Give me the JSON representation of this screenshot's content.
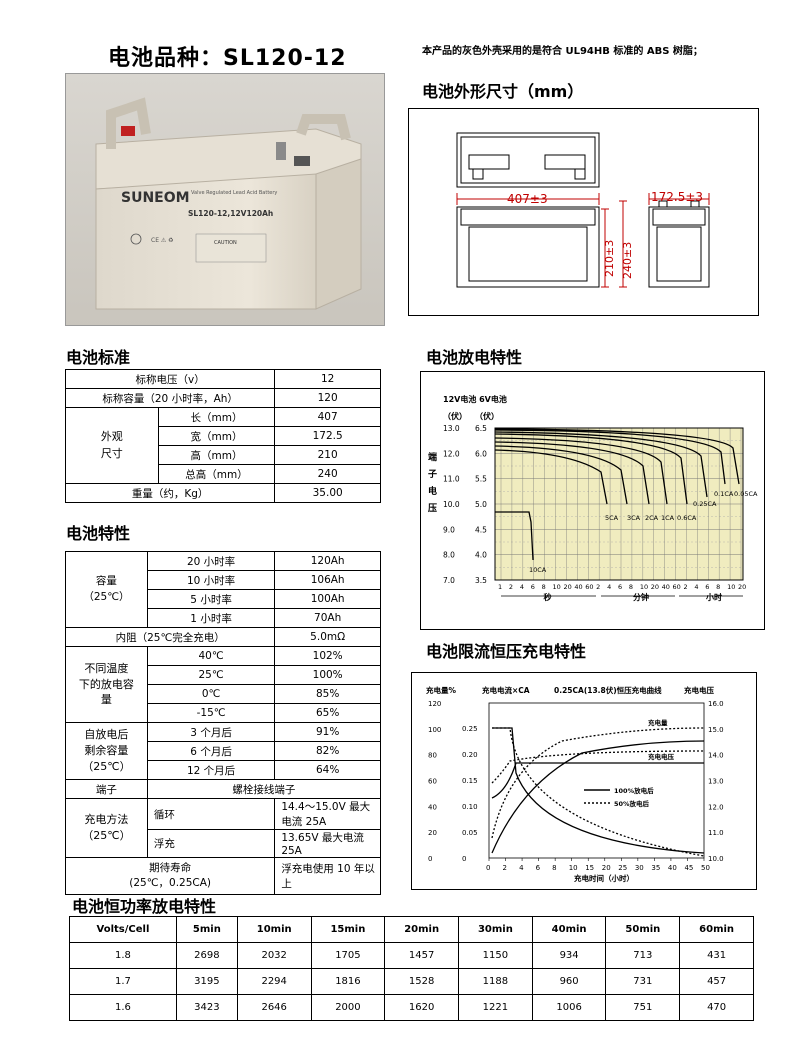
{
  "header": {
    "title": "电池品种：SL120-12",
    "note": "本产品的灰色外壳采用的是符合 UL94HB 标准的 ABS 树脂；"
  },
  "photo": {
    "brand": "SUNEOM",
    "model_line": "SL120-12,12V120Ah",
    "sub_line": "Valve Regulated Lead Acid Battery",
    "caution": "CAUTION"
  },
  "dimensions": {
    "heading": "电池外形尺寸（mm）",
    "length": "407±3",
    "width": "172.5±3",
    "height": "210±3",
    "total_height": "240±3"
  },
  "standard": {
    "heading": "电池标准",
    "rows": [
      {
        "label": "标称电压（v）",
        "value": "12"
      },
      {
        "label": "标称容量（20 小时率，Ah）",
        "value": "120"
      }
    ],
    "group_label": "外观\n尺寸",
    "dims": [
      {
        "label": "长（mm）",
        "value": "407"
      },
      {
        "label": "宽（mm）",
        "value": "172.5"
      },
      {
        "label": "高（mm）",
        "value": "210"
      },
      {
        "label": "总高（mm）",
        "value": "240"
      }
    ],
    "weight": {
      "label": "重量（约，Kg）",
      "value": "35.00"
    }
  },
  "characteristics": {
    "heading": "电池特性",
    "capacity_label": "容量\n（25℃）",
    "capacity": [
      {
        "label": "20 小时率",
        "value": "120Ah"
      },
      {
        "label": "10 小时率",
        "value": "106Ah"
      },
      {
        "label": "5 小时率",
        "value": "100Ah"
      },
      {
        "label": "1 小时率",
        "value": "70Ah"
      }
    ],
    "resistance": {
      "label": "内阻（25℃完全充电）",
      "value": "5.0mΩ"
    },
    "temp_label": "不同温度\n下的放电容\n量",
    "temp": [
      {
        "label": "40℃",
        "value": "102%"
      },
      {
        "label": "25℃",
        "value": "100%"
      },
      {
        "label": "0℃",
        "value": "85%"
      },
      {
        "label": "-15℃",
        "value": "65%"
      }
    ],
    "self_label": "自放电后\n剩余容量\n（25℃）",
    "self": [
      {
        "label": "3 个月后",
        "value": "91%"
      },
      {
        "label": "6 个月后",
        "value": "82%"
      },
      {
        "label": "12 个月后",
        "value": "64%"
      }
    ],
    "terminal": {
      "label": "端子",
      "value": "螺栓接线端子"
    },
    "charge_label": "充电方法\n（25℃）",
    "charge": [
      {
        "label": "循环",
        "value": "14.4～15.0V 最大电流 25A"
      },
      {
        "label": "浮充",
        "value": "13.65V 最大电流 25A"
      }
    ],
    "life": {
      "label": "期待寿命\n(25℃，0.25CA)",
      "value": "浮充电使用 10 年以上"
    }
  },
  "discharge_chart": {
    "heading": "电池放电特性",
    "legend": "12V电池 6V电池",
    "left_unit": "（伏）",
    "right_unit": "（伏）",
    "yaxis_title": [
      "端",
      "子",
      "电",
      "压"
    ],
    "left_ticks": [
      "13.0",
      "12.0",
      "11.0",
      "10.0",
      "9.0",
      "8.0",
      "7.0"
    ],
    "right_ticks": [
      "6.5",
      "6.0",
      "5.5",
      "5.0",
      "4.5",
      "4.0",
      "3.5"
    ],
    "x_ticks": [
      "1",
      "2",
      "4",
      "6",
      "8",
      "10",
      "20",
      "40",
      "60",
      "2",
      "4",
      "6",
      "8",
      "10",
      "20",
      "40",
      "60",
      "2",
      "4",
      "6",
      "8",
      "10",
      "20"
    ],
    "x_groups": [
      "秒",
      "分钟",
      "小时"
    ],
    "curve_labels": [
      "10CA",
      "5CA",
      "3CA",
      "2CA",
      "1CA",
      "0.6CA",
      "0.25CA",
      "0.1CA",
      "0.05CA"
    ]
  },
  "charge_chart": {
    "heading": "电池限流恒压充电特性",
    "top_labels": [
      "充电量%",
      "充电电流×CA",
      "0.25CA(13.8伏)恒压充电曲线",
      "充电电压"
    ],
    "left_ticks": [
      "120",
      "100",
      "80",
      "60",
      "40",
      "20",
      "0"
    ],
    "mid_ticks": [
      "0.25",
      "0.20",
      "0.15",
      "0.10",
      "0.05",
      "0"
    ],
    "right_ticks": [
      "16.0",
      "15.0",
      "14.0",
      "13.0",
      "12.0",
      "11.0",
      "10.0"
    ],
    "x_ticks": [
      "0",
      "2",
      "4",
      "6",
      "8",
      "10",
      "15",
      "20",
      "25",
      "30",
      "35",
      "40",
      "45",
      "50"
    ],
    "xlabel": "充电时间（小时）",
    "curve_labels": [
      "充电量",
      "充电电压"
    ],
    "legend": [
      "100%放电后",
      "50%放电后"
    ]
  },
  "power_table": {
    "heading": "电池恒功率放电特性",
    "header": [
      "Volts/Cell",
      "5min",
      "10min",
      "15min",
      "20min",
      "30min",
      "40min",
      "50min",
      "60min"
    ],
    "rows": [
      [
        "1.8",
        "2698",
        "2032",
        "1705",
        "1457",
        "1150",
        "934",
        "713",
        "431"
      ],
      [
        "1.7",
        "3195",
        "2294",
        "1816",
        "1528",
        "1188",
        "960",
        "731",
        "457"
      ],
      [
        "1.6",
        "3423",
        "2646",
        "2000",
        "1620",
        "1221",
        "1006",
        "751",
        "470"
      ]
    ]
  },
  "chart_data": [
    {
      "type": "line",
      "title": "电池放电特性",
      "legend": "12V电池 6V电池",
      "ylabel": "端子电压",
      "ylim": [
        7.0,
        13.0
      ],
      "y2lim": [
        3.5,
        6.5
      ],
      "x_group_labels": [
        "秒",
        "分钟",
        "小时"
      ],
      "series": [
        {
          "name": "10CA"
        },
        {
          "name": "5CA"
        },
        {
          "name": "3CA"
        },
        {
          "name": "2CA"
        },
        {
          "name": "1CA"
        },
        {
          "name": "0.6CA"
        },
        {
          "name": "0.25CA"
        },
        {
          "name": "0.1CA"
        },
        {
          "name": "0.05CA"
        }
      ]
    },
    {
      "type": "line",
      "title": "0.25CA(13.8伏)恒压充电曲线",
      "xlabel": "充电时间（小时）",
      "ylim": [
        0,
        120
      ],
      "y2lim": [
        10.0,
        16.0
      ],
      "series": [
        {
          "name": "100%放电后"
        },
        {
          "name": "50%放电后"
        }
      ]
    }
  ]
}
